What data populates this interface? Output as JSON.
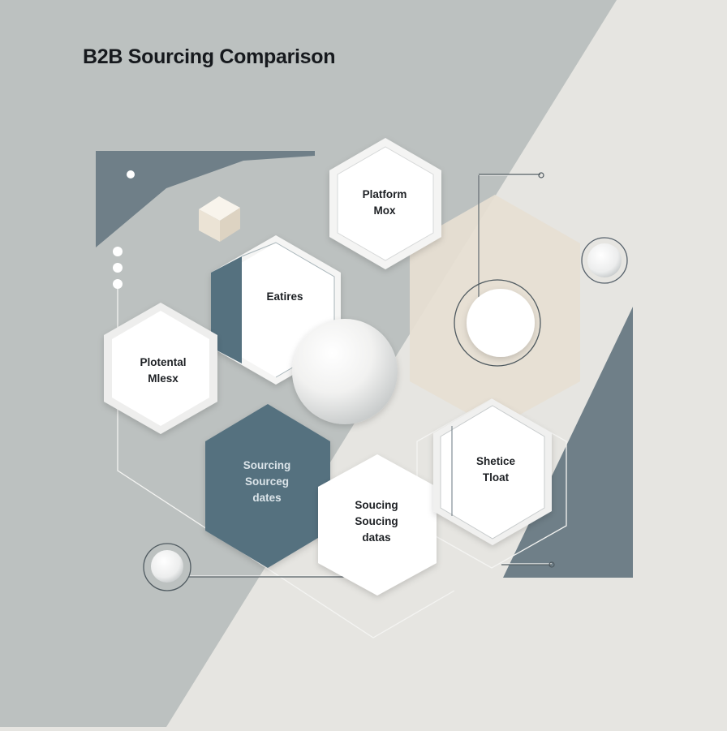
{
  "title": "B2B Sourcing Comparison",
  "colors": {
    "background_light": "#e6e5e1",
    "background_gray": "#bcc1c0",
    "slate": "#6f7f88",
    "teal": "#55717f",
    "beige": "#e7e0d3",
    "card_white": "#fdfdfd",
    "text": "#16191d"
  },
  "nodes": {
    "platform_mox": {
      "lines": [
        "Platform",
        "Mox"
      ]
    },
    "features": {
      "lines": [
        "Eatires"
      ]
    },
    "potential_mesx": {
      "lines": [
        "Plotental",
        "Mlesx"
      ]
    },
    "sourcing_teal": {
      "lines": [
        "Sourcing",
        "Sourceg",
        "dates"
      ]
    },
    "sourcing_data": {
      "lines": [
        "Soucing",
        "Soucing",
        "datas"
      ]
    },
    "shetice_tloat": {
      "lines": [
        "Shetice",
        "Tloat"
      ]
    }
  }
}
